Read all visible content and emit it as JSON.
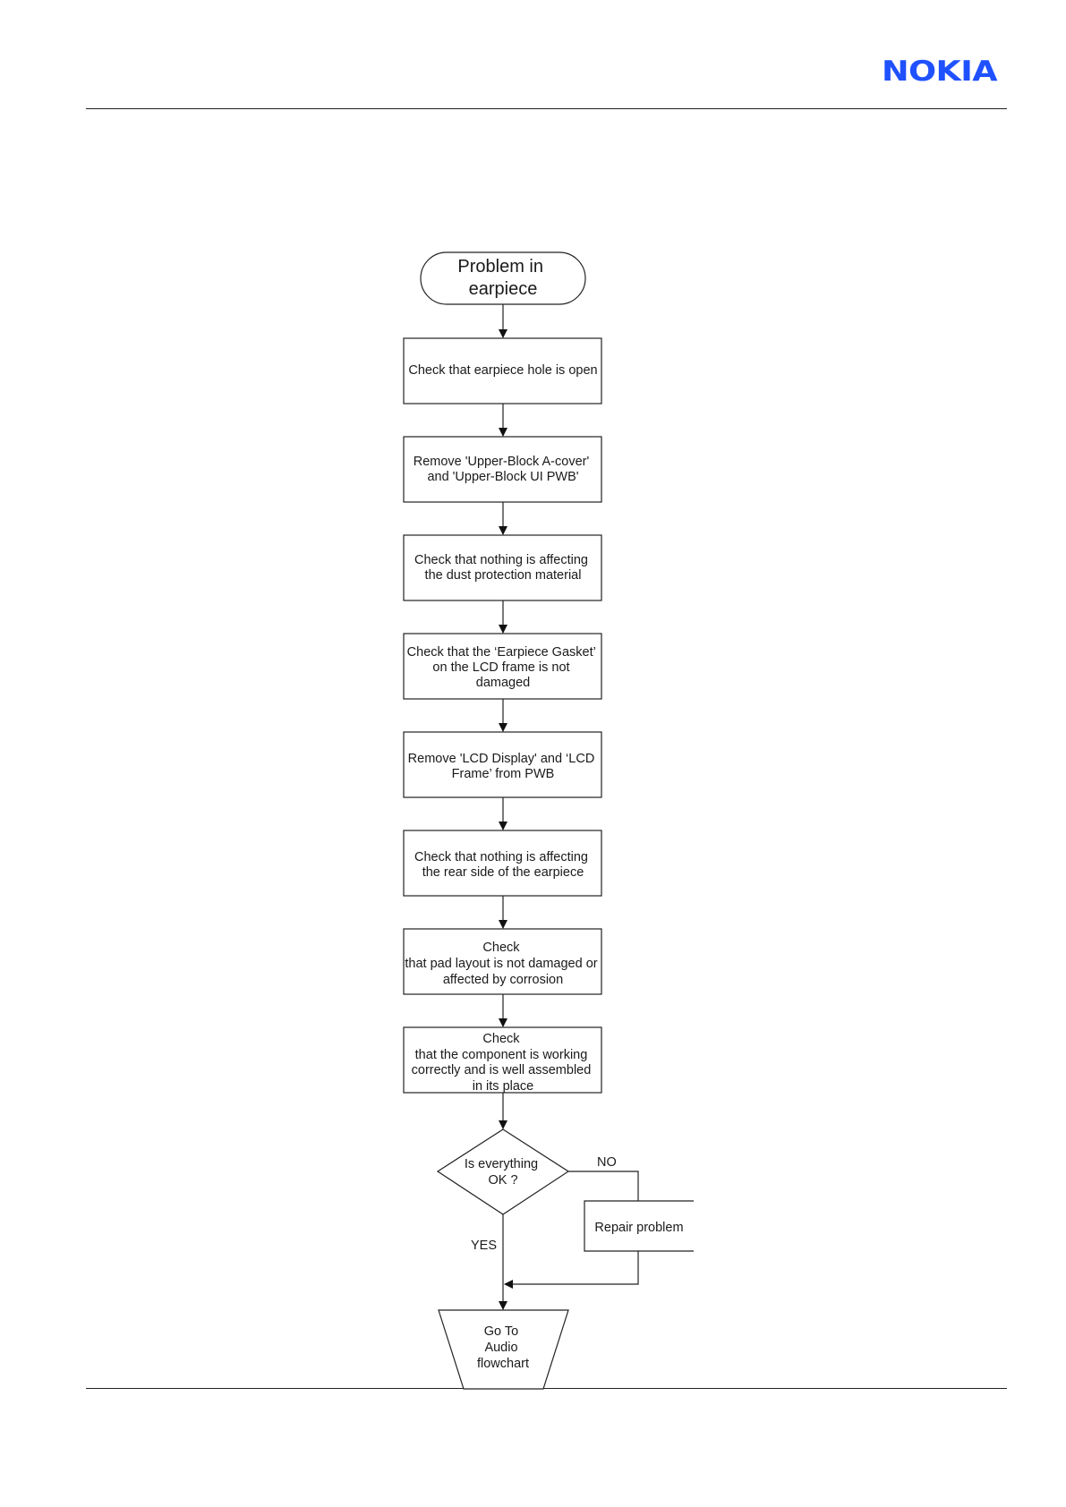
{
  "header": {
    "brand": "NOKIA",
    "brand_color": "#1f51ff"
  },
  "flowchart": {
    "start": [
      "Problem in",
      "earpiece"
    ],
    "steps": [
      [
        "Check that earpiece hole is open"
      ],
      [
        "Remove 'Upper-Block A-cover'",
        "and 'Upper-Block UI PWB'"
      ],
      [
        "Check that nothing is affecting",
        "the dust protection material"
      ],
      [
        "Check that the ‘Earpiece Gasket’",
        "on the LCD frame is not",
        "damaged"
      ],
      [
        "Remove  'LCD Display' and ‘LCD",
        "Frame’ from PWB"
      ],
      [
        "Check that nothing is affecting",
        "the rear side of the earpiece"
      ],
      [
        "Check",
        "that pad layout is not damaged or",
        "affected by corrosion"
      ],
      [
        "Check",
        "that the component is working",
        "correctly and is well assembled",
        "in its place"
      ]
    ],
    "decision": [
      "Is everything",
      "OK ?"
    ],
    "no_label": "NO",
    "yes_label": "YES",
    "repair": "Repair problem",
    "end": [
      "Go To",
      "Audio",
      "flowchart"
    ]
  }
}
